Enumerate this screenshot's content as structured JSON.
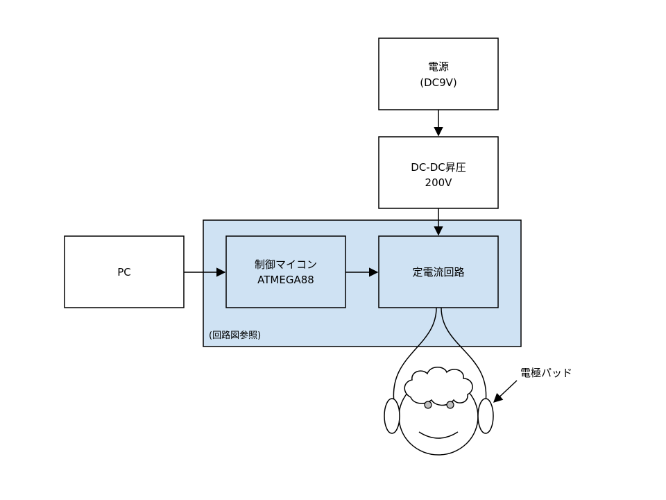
{
  "diagram": {
    "nodes": {
      "power": {
        "line1": "電源",
        "line2": "(DC9V)"
      },
      "boost": {
        "line1": "DC-DC昇圧",
        "line2": "200V"
      },
      "pc": {
        "label": "PC"
      },
      "mcu": {
        "line1": "制御マイコン",
        "line2": "ATMEGA88"
      },
      "ccs": {
        "label": "定電流回路"
      }
    },
    "group_label": "(回路図参照)",
    "pad_label": "電極パッド",
    "edges": [
      {
        "from": "power",
        "to": "boost"
      },
      {
        "from": "boost",
        "to": "ccs"
      },
      {
        "from": "pc",
        "to": "mcu"
      },
      {
        "from": "mcu",
        "to": "ccs"
      }
    ],
    "colors": {
      "group_fill": "#cfe2f3",
      "stroke": "#000000",
      "head_shade": "#bfbfbf"
    }
  }
}
